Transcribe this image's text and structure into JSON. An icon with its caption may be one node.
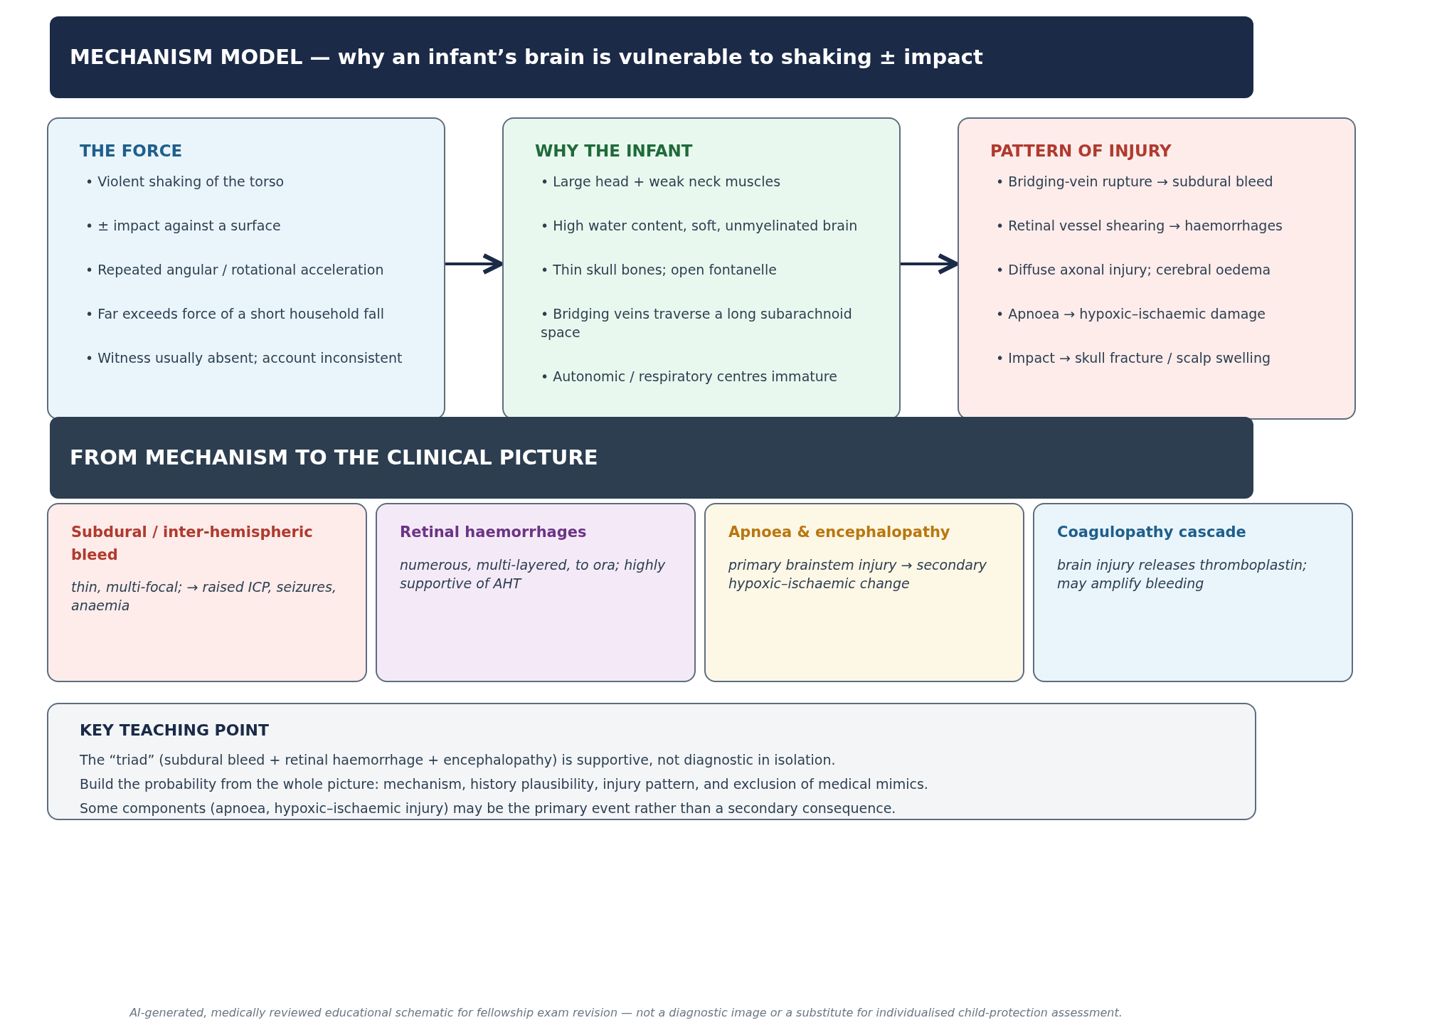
{
  "diagram": {
    "title": "MECHANISM MODEL — why an infant’s brain is vulnerable to shaking ± impact",
    "caption": "AI-generated, medically reviewed educational schematic for fellowship exam revision — not a diagnostic image or a substitute for individualised child-protection assessment.",
    "nodes": [
      {
        "text": [
          "THE FORCE",
          "• Violent shaking of the torso",
          "• ± impact against a surface",
          "• Repeated angular / rotational acceleration",
          "• Far exceeds force of a short household fall",
          "• Witness usually absent; account inconsistent"
        ]
      },
      {
        "text": [
          "WHY THE INFANT",
          "• Large head + weak neck muscles",
          "• High water content, soft, unmyelinated brain",
          "• Thin skull bones; open fontanelle",
          "• Bridging veins traverse a long subarachnoid space",
          "• Autonomic / respiratory centres immature"
        ]
      },
      {
        "text": [
          "PATTERN OF INJURY",
          "• Bridging-vein rupture → subdural bleed",
          "• Retinal vessel shearing → haemorrhages",
          "• Diffuse axonal injury; cerebral oedema",
          "• Apnoea → hypoxic–ischaemic damage",
          "• Impact → skull fracture / scalp swelling"
        ]
      },
      {
        "text": [
          "FROM MECHANISM TO THE CLINICAL PICTURE"
        ]
      },
      {
        "text": [
          "Subdural / inter-hemispheric bleed",
          "thin, multi-focal; → raised ICP, seizures, anaemia"
        ]
      },
      {
        "text": [
          "Retinal haemorrhages",
          "numerous, multi-layered, to ora; highly supportive of AHT"
        ]
      },
      {
        "text": [
          "Apnoea & encephalopathy",
          "primary brainstem injury → secondary hypoxic–ischaemic change"
        ]
      },
      {
        "text": [
          "Coagulopathy cascade",
          "brain injury releases thromboplastin; may amplify bleeding"
        ]
      },
      {
        "text": [
          "KEY TEACHING POINT",
          "The “triad” (subdural bleed + retinal haemorrhage + encephalopathy) is supportive, not diagnostic in isolation.",
          "Build the probability from the whole picture: mechanism, history plausibility, injury pattern, and exclusion of medical mimics.",
          "Some components (apnoea, hypoxic–ischaemic injury) may be the primary event rather than a secondary consequence."
        ]
      }
    ],
    "edges": [
      {
        "from": 0,
        "to": 1,
        "arrow": "to"
      },
      {
        "from": 1,
        "to": 2,
        "arrow": "to"
      }
    ]
  }
}
